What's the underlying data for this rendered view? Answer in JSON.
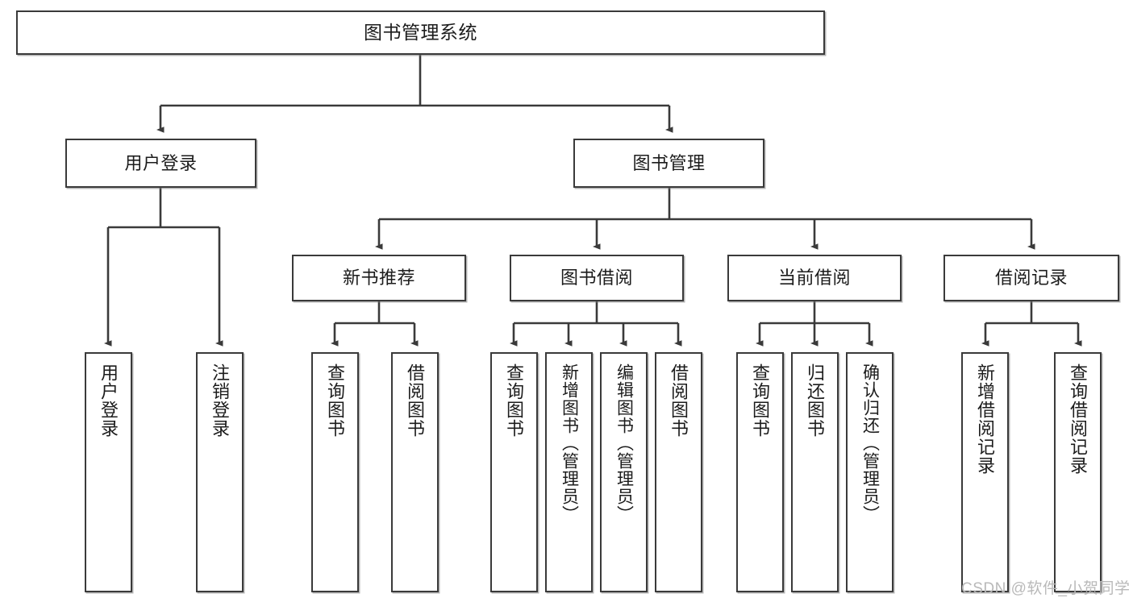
{
  "diagram": {
    "title": "图书管理系统",
    "type": "tree-hierarchy",
    "watermark": "CSDN @软件_小贺同学",
    "colors": {
      "box_border": "#3a3a3a",
      "box_fill": "#ffffff",
      "connector": "#3a3a3a",
      "text": "#1c1c1c",
      "watermark": "#b9b9b9"
    },
    "nodes": {
      "root": {
        "label": "图书管理系统"
      },
      "level2": [
        {
          "label": "用户登录"
        },
        {
          "label": "图书管理"
        }
      ],
      "level3": [
        {
          "label": "新书推荐"
        },
        {
          "label": "图书借阅"
        },
        {
          "label": "当前借阅"
        },
        {
          "label": "借阅记录"
        }
      ],
      "leaves": {
        "user_login": [
          {
            "label": "用户登录"
          },
          {
            "label": "注销登录"
          }
        ],
        "new_book_recommend": [
          {
            "label": "查询图书"
          },
          {
            "label": "借阅图书"
          }
        ],
        "book_borrow": [
          {
            "label": "查询图书"
          },
          {
            "label": "新增图书（管理员）"
          },
          {
            "label": "编辑图书（管理员）"
          },
          {
            "label": "借阅图书"
          }
        ],
        "current_borrow": [
          {
            "label": "查询图书"
          },
          {
            "label": "归还图书"
          },
          {
            "label": "确认归还（管理员）"
          }
        ],
        "borrow_record": [
          {
            "label": "新增借阅记录"
          },
          {
            "label": "查询借阅记录"
          }
        ]
      }
    }
  }
}
